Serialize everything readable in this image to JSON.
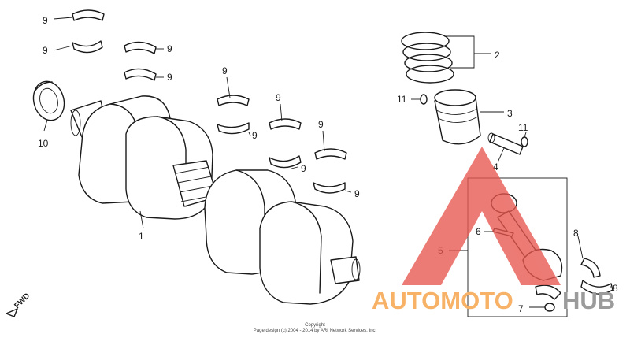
{
  "diagram": {
    "callouts": {
      "crankshaft": "1",
      "piston_ring_set": "2",
      "piston": "3",
      "piston_pin": "4",
      "connecting_rod": "5",
      "rod_bolt": "6",
      "rod_nut": "7",
      "rod_bearing": "8",
      "main_bearing": "9",
      "oil_seal": "10",
      "pin_clip": "11"
    },
    "direction_label": "FWD",
    "copyright_line1": "Copyright",
    "copyright_line2": "Page design (c) 2004 - 2014 by ARI Network Services, Inc.",
    "watermark_brand_left": "AUTOMOTO",
    "watermark_brand_right": "HUB"
  },
  "colors": {
    "line": "#1a1a1a",
    "watermark_red": "#e8574f",
    "watermark_orange": "#f7b267",
    "watermark_gray": "#9b9b9b"
  }
}
